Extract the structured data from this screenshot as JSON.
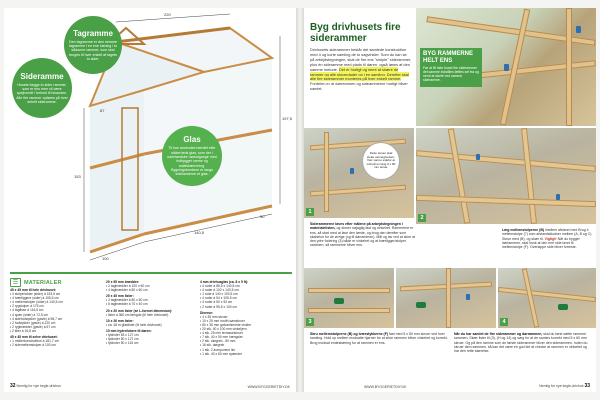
{
  "left_page": {
    "dimensions": {
      "top": "220",
      "right": "197,5",
      "mid_left": "87",
      "bottom_left": "100",
      "bottom_mid": "140,5",
      "bottom_right": "50",
      "side_h": "153"
    },
    "bubbles": {
      "tagramme": {
        "title": "Tagramme",
        "text": "Den tagramme er den nemme tagramme i en ene lukning i to sådanne rammer, som skal bruges til hver enkelt af tagets to sider."
      },
      "sideramme": {
        "title": "Sideramme",
        "text": "Husets begge to sider rammer, som er ens men vil være spejlvendt i forhold til hinanden. Alle fire rammer opføres på hver enkelt sideramme."
      },
      "glas": {
        "title": "Glas",
        "text": "Til hus anvendes hærdet eller sikkerheds glas, som der i udenlandske nødudgange med indbygget varme og solafskærmning. Bygningsbordene er langs sidekanterne et glas."
      }
    },
    "materials": {
      "title": "MATERIALER",
      "col1": [
        {
          "group": "45 x 45 mm til hele drivhuset:",
          "items": [
            "4 stolpeholder (sider) á 153,5 cm",
            "4 tværliggere (sider) á 106,5 cm",
            "4 mellemstolper (sider) á 140,5 cm",
            "2 rygstolper á 175 cm",
            "4 tagåsse á 116,5 cm",
            "4 spær (sider) á 72,5 cm",
            "4 sidefodstykker (gavle) á 98,7 cm",
            "2 fodstykker (gavle) á 220 cm",
            "2 rygbrædder (gavle) á 67 cm",
            "2 kiler á 16,8 cm"
          ]
        },
        {
          "group": "45 x 45 mm til selve drivhuset:",
          "items": [
            "1 midterkonstruktion á 181,7 cm",
            "2 sidemellemstolper á 100 cm"
          ]
        }
      ],
      "col2": [
        {
          "group": "20 x 95 mm brædder:",
          "items": [
            "2 tagbrædder á 100 x 60 cm",
            "4 tagbrædder á 80 x 60 cm"
          ]
        },
        {
          "group": "20 x 45 mm lister:",
          "items": [
            "2 tagbrædder á 80 x 60 cm",
            "6 tagbrædder á 70 x 40 cm"
          ]
        },
        {
          "group": "20 x 20 mm lister (se L-formet dimension):",
          "items": [
            "lister á 360 cm længde (til hele drivhuset)"
          ]
        },
        {
          "group": "10 x 26 mm lister:",
          "items": [
            "ca. 48 m glaslister (til hele drivhuset)"
          ]
        },
        {
          "group": "10 mm hydrofobere til døren:",
          "items": [
            "fyldnder 53 x 127 cm",
            "fyldnder 50 x 127 cm",
            "fyldnder 50 x 115 cm"
          ]
        }
      ],
      "col3": [
        {
          "group": "4 mm drivhusglas (ca. 8 x 5 ft):",
          "items": [
            "4 ruder á 88,5 x 140,5 cm",
            "4 ruder á 102 x 140,5 cm",
            "1 rude á 140 x 193,5 cm",
            "4 ruder á 54 x 105,5 cm",
            "4 ruder á 50 x 93 cm",
            "2 ruder á 95,5 x 100 cm"
          ]
        },
        {
          "group": "Diverse:",
          "items": [
            "4 x 35 mm skruer",
            "10 x 25 mm rustfri sømskruer",
            "80 x 35 mm galvaniserede vinkler",
            "20 stk. 40 x 100 mm vinkeljern",
            "4 stk. 25 mm terrasseskruer",
            "7 stk. 40 x 90 mm hængsler",
            "2 stk. dørgreb - 80 mm",
            "16 stk. dørgreb",
            "1 stk. 2-komponent lim",
            "1 stk. 40 x 60 mm spænder"
          ]
        }
      ]
    },
    "footer": {
      "page": "32",
      "text": "Nemlig for nye kegle-drivhus",
      "url": "WWW.BYGGERIETDIY.DK"
    }
  },
  "right_page": {
    "headline": "Byg drivhusets fire siderammer",
    "intro_a": "Drivhusets siderammer består det samlede konstruktion med 4 og korte samling de to sagvinkler.",
    "intro_b": "Som du kan se på arbejdstegningen, skal de fire ens \"simple\" siderammer, plus én sideramme med plads til døren, også løses af den samme metode. ",
    "intro_highlight": "Det er hurtigt og nemt at skære de rammer og alle skrueplader op i en samling. Derefter skal alle fire siderammer monteres på hver enkelt ramme.",
    "intro_c": " Fordelen er at dørrammen og sideammerne hurtigt bliver samlet.",
    "callout": {
      "title": "BYG RAMMERNE HELT ENS",
      "text": "Før at få hele huset fire siderammer det samme indstilles fælles set fra og nemt at starte ved samme sideramme."
    },
    "circle_note": "Dette skruer skal stotte varmegivelsen. Vær varme sidefor at mål på en lang 3 x 90 mm skrue.",
    "captions": {
      "c1": {
        "bold": "Siderammerne laves efter målene på arbejdstegningen i materialelisten,",
        "text": " og skruer nøjagtig fast og vinkelret. Rammerne er ens, så start med at lave den første, og brug den derefter som skabelon for de øvrige (og til dørrammen). Mål og lav ved at sikre at den ydre fodering (3) både er vinkelret og at tværligger/stolper sammen, så rammerne bliver ens."
      },
      "c2": {
        "bold": "Læg mellemstolperne (B)",
        "text": " imellem afstand med Brug 4 mellemstolpe (7) som afstandsklodser mellem (A, B og C). Skrue med (B), og skær til.",
        "warn": "Vigtigt!",
        "text2": " Når du bygger dørrammen, skal husk at den ene side lavet til mellemstolpe (F). Overlappe side bliver forreste."
      },
      "c3": {
        "bold": "Skru mellemstolperne (B) og tværstykkerne (F)",
        "text": " fast med 5 x 80 mm skruer ved hver samling. Hold op mellem modsatte hjørner for at sikre rammen bliver vinkelret og korrekt. Brug modsat endeskæring for at rammen er ens."
      },
      "c4": {
        "bold": "Når du har samlet de fire siderammer og dørrammen,",
        "text": " skal du først sætte ramerne sammen. Skær lister til (3), (H og 14) og sørg for at de samles korrekt med 5 x 60 mm skruer. Og på den ramme som de første siderammer bliver den siderammen. Inden du skruer dem sammen, så kan det være en god idé at checke at rammen er vinkelret og har den rette størrelse."
      }
    },
    "footer": {
      "page": "33",
      "url": "WWW.BYGGERIETDIY.DK",
      "text": "Nemlig for nye kegle-drivhus"
    }
  }
}
